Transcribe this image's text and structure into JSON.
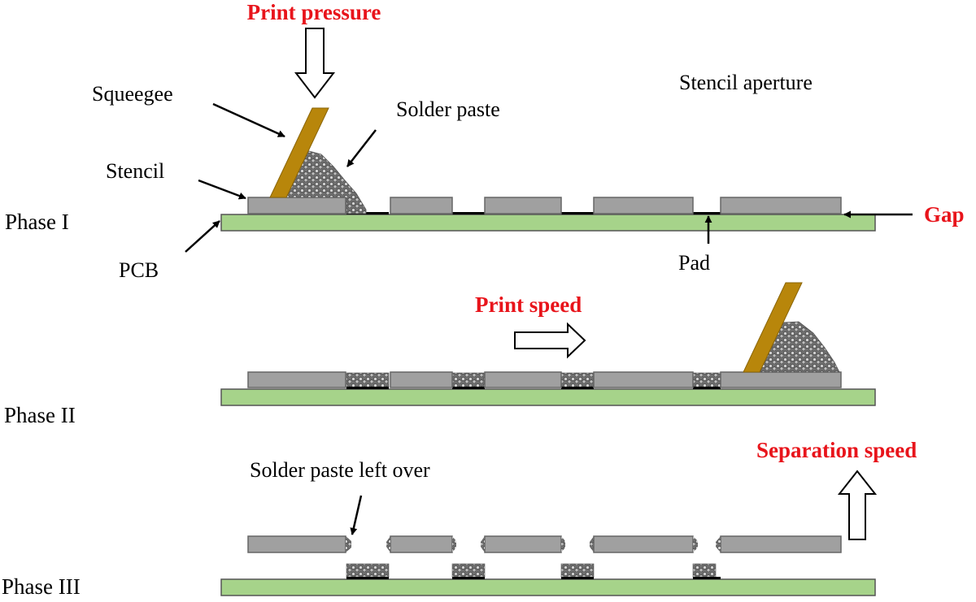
{
  "labels": {
    "print_pressure": "Print pressure",
    "squeegee": "Squeegee",
    "solder_paste": "Solder paste",
    "stencil_aperture": "Stencil aperture",
    "stencil": "Stencil",
    "phase_1": "Phase I",
    "gap": "Gap",
    "pcb": "PCB",
    "pad": "Pad",
    "print_speed": "Print speed",
    "phase_2": "Phase II",
    "separation_speed": "Separation speed",
    "solder_paste_left_over": "Solder paste left over",
    "phase_3": "Phase III"
  },
  "colors": {
    "highlight_text": "#e8141b",
    "pcb_fill": "#a6d38a",
    "stencil_fill": "#a0a0a0",
    "squeegee_fill": "#b8860b",
    "paste_fill": "#808080"
  }
}
